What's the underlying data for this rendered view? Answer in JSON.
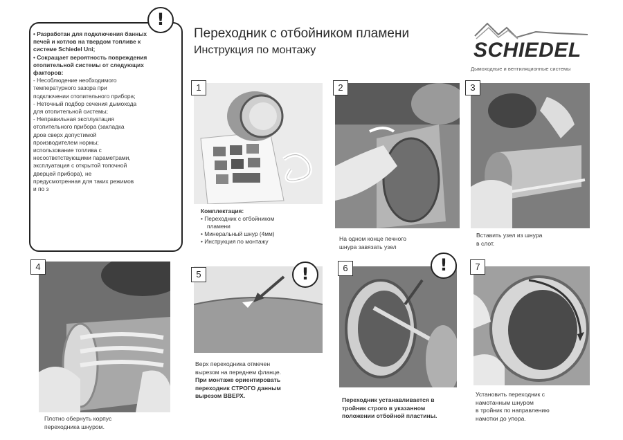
{
  "title": {
    "line1": "Переходник с отбойником пламени",
    "line2": "Инструкция по монтажу"
  },
  "logo": {
    "name": "SCHIEDEL",
    "tagline": "Дымоходные и вентиляционные системы"
  },
  "warning": {
    "items": [
      "• Разработан для подключения банных",
      "печей и котлов на твердом топливе к",
      "системе Schiedel Uni;",
      "• Сокращает вероятность повреждения",
      "отопительной системы от следующих",
      "факторов:",
      "- Несоблюдение необходимого",
      "температурного зазора при",
      "подключении отопительного прибора;",
      "- Неточный подбор сечения дымохода",
      "для отопительной системы;",
      "- Неправильная эксплуатация",
      "отопительного прибора (закладка",
      "дров сверх допустимой",
      "производителем нормы;",
      "использование топлива с",
      "несоответствующими параметрами,",
      "эксплуатация с открытой топочной",
      "дверцей прибора), не",
      "предусмотренная для таких режимов",
      "и по з"
    ]
  },
  "steps": [
    {
      "number": "1"
    },
    {
      "number": "2",
      "caption": [
        "На одном конце печного",
        "шнура завязать узел"
      ]
    },
    {
      "number": "3",
      "caption": [
        "Вставить узел из шнура",
        "в слот."
      ]
    },
    {
      "number": "4",
      "caption": [
        "Плотно обернуть корпус",
        "переходника шнуром."
      ]
    },
    {
      "number": "5",
      "caption": [
        "Верх переходника отмечен",
        "вырезом на переднем фланце."
      ],
      "caption_bold": [
        "При монтаже ориентировать",
        "переходник СТРОГО данным",
        "вырезом ВВЕРХ."
      ]
    },
    {
      "number": "6",
      "caption_bold": [
        "Переходник устанавливается в",
        "тройник строго в указанном",
        "положении отбойной пластины."
      ]
    },
    {
      "number": "7",
      "caption": [
        "Установить переходник с",
        "намотанным шнуром",
        "в тройник по направлению",
        "намотки до упора."
      ]
    }
  ],
  "kit": {
    "heading": "Комплектация:",
    "items": [
      "• Переходник с отбойником",
      "пламени",
      "• Минеральный шнур (4мм)",
      "• Инструкция по монтажу"
    ]
  },
  "icons": {
    "warning_mark": "!"
  }
}
